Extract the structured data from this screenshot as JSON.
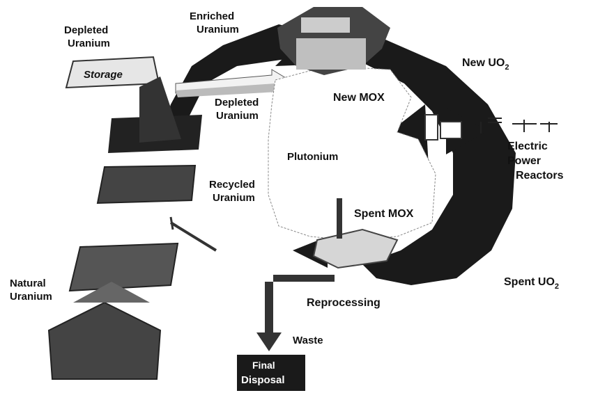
{
  "labels": {
    "enriched_uranium": [
      "Enriched",
      "Uranium"
    ],
    "depleted_uranium_top": [
      "Depleted",
      "Uranium"
    ],
    "storage": "Storage",
    "new_uo2": "New UO",
    "new_uo2_sub": "2",
    "depleted_uranium_mid": [
      "Depleted",
      "Uranium"
    ],
    "new_mox": "New MOX",
    "plutonium": "Plutonium",
    "electric_power_reactors": [
      "Electric",
      "Power",
      "Reactors"
    ],
    "recycled_uranium": [
      "Recycled",
      "Uranium"
    ],
    "spent_mox": "Spent MOX",
    "natural_uranium": [
      "Natural",
      "Uranium"
    ],
    "spent_uo2": "Spent UO",
    "spent_uo2_sub": "2",
    "reprocessing": "Reprocessing",
    "waste": "Waste",
    "final_disposal": [
      "Final",
      "Disposal"
    ]
  },
  "colors": {
    "arrow_dark": "#1a1a1a",
    "box_dark": "#222222",
    "box_mid": "#555555",
    "box_light": "#d8d8d8",
    "background": "#ffffff"
  }
}
